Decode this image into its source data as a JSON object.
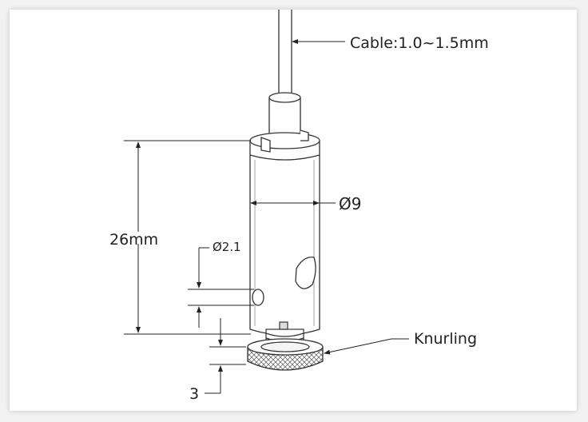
{
  "labels": {
    "cable": "Cable:1.0~1.5mm",
    "diameter": "Ø9",
    "length": "26mm",
    "hole": "Ø2.1",
    "knurling": "Knurling",
    "height": "3"
  }
}
